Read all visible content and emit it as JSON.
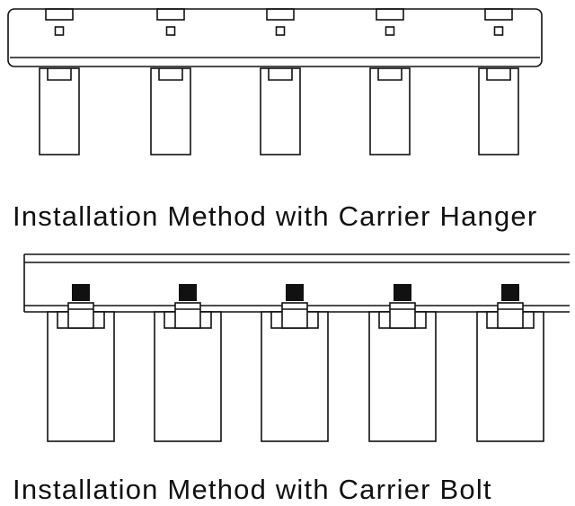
{
  "captions": {
    "hanger": "Installation Method with Carrier Hanger",
    "bolt": "Installation Method with Carrier Bolt"
  },
  "diagrams": {
    "hanger_unit_count": 5,
    "bolt_unit_count": 5
  },
  "colors": {
    "line": "#111111",
    "bolt_fill": "#111111",
    "background": "#ffffff"
  }
}
